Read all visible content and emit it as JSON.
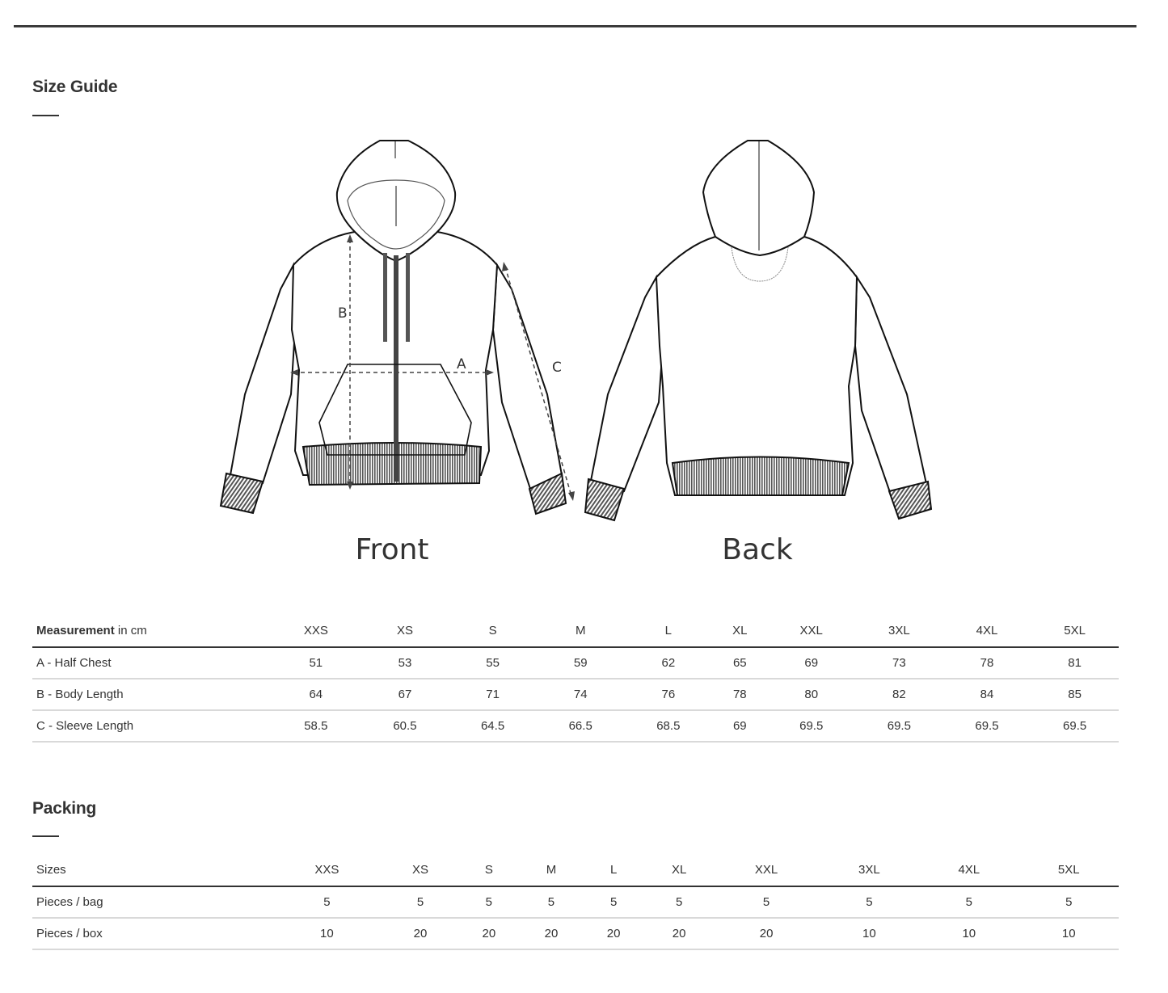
{
  "size_guide": {
    "title": "Size Guide",
    "figures": {
      "front_label": "Front",
      "back_label": "Back",
      "markers": {
        "a": "A",
        "b": "B",
        "c": "C"
      }
    },
    "table": {
      "header_label_bold": "Measurement",
      "header_label_unit": " in cm",
      "sizes": [
        "XXS",
        "XS",
        "S",
        "M",
        "L",
        "XL",
        "XXL",
        "3XL",
        "4XL",
        "5XL"
      ],
      "rows": [
        {
          "label": "A - Half Chest",
          "values": [
            "51",
            "53",
            "55",
            "59",
            "62",
            "65",
            "69",
            "73",
            "78",
            "81"
          ]
        },
        {
          "label": "B - Body Length",
          "values": [
            "64",
            "67",
            "71",
            "74",
            "76",
            "78",
            "80",
            "82",
            "84",
            "85"
          ]
        },
        {
          "label": "C - Sleeve Length",
          "values": [
            "58.5",
            "60.5",
            "64.5",
            "66.5",
            "68.5",
            "69",
            "69.5",
            "69.5",
            "69.5",
            "69.5"
          ]
        }
      ]
    }
  },
  "packing": {
    "title": "Packing",
    "table": {
      "header_label": "Sizes",
      "sizes": [
        "XXS",
        "XS",
        "S",
        "M",
        "L",
        "XL",
        "XXL",
        "3XL",
        "4XL",
        "5XL"
      ],
      "rows": [
        {
          "label": "Pieces / bag",
          "values": [
            "5",
            "5",
            "5",
            "5",
            "5",
            "5",
            "5",
            "5",
            "5",
            "5"
          ]
        },
        {
          "label": "Pieces / box",
          "values": [
            "10",
            "20",
            "20",
            "20",
            "20",
            "20",
            "20",
            "10",
            "10",
            "10"
          ]
        }
      ]
    }
  },
  "colors": {
    "text": "#333333",
    "rule_dark": "#3a3a3a",
    "rule_light": "#d9d9d9",
    "rib": "#6b6b6b"
  }
}
